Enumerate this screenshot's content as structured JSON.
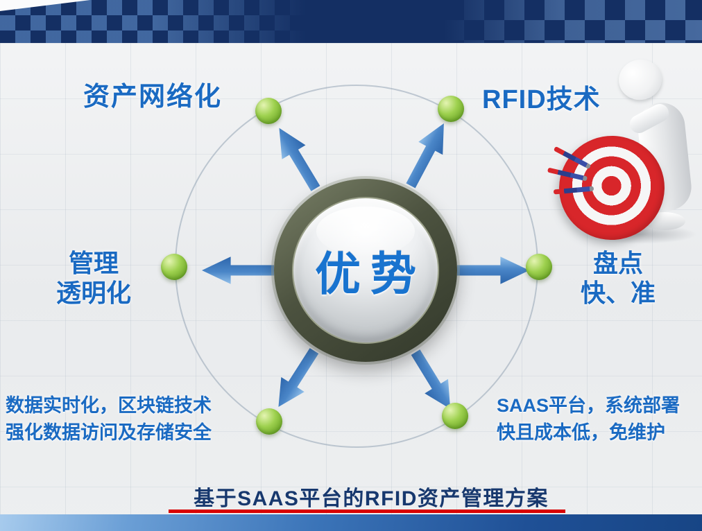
{
  "diagram": {
    "center_label": "优势",
    "nodes": {
      "top_left": {
        "lines": [
          "资产网络化"
        ]
      },
      "top_right": {
        "lines": [
          "RFID技术"
        ]
      },
      "left": {
        "lines": [
          "管理",
          "透明化"
        ]
      },
      "right": {
        "lines": [
          "盘点",
          "快、准"
        ]
      },
      "bottom_left": {
        "lines": [
          "数据实时化，区块链技术",
          "强化数据访问及存储安全"
        ]
      },
      "bottom_right": {
        "lines": [
          "SAAS平台，系统部署",
          "快且成本低，免维护"
        ]
      }
    }
  },
  "footer": {
    "title": "基于SAAS平台的RFID资产管理方案"
  },
  "colors": {
    "label_blue": "#1a6ac2",
    "title_navy": "#17386e",
    "underline_red": "#d80000",
    "banner_navy": "#142f63",
    "dot_green": "#9ed14f",
    "arrow_blue": "#4a86c8",
    "hub_ring_olive": "#4c523f",
    "hub_text_blue": "#1873cf",
    "target_red": "#d8262a"
  }
}
